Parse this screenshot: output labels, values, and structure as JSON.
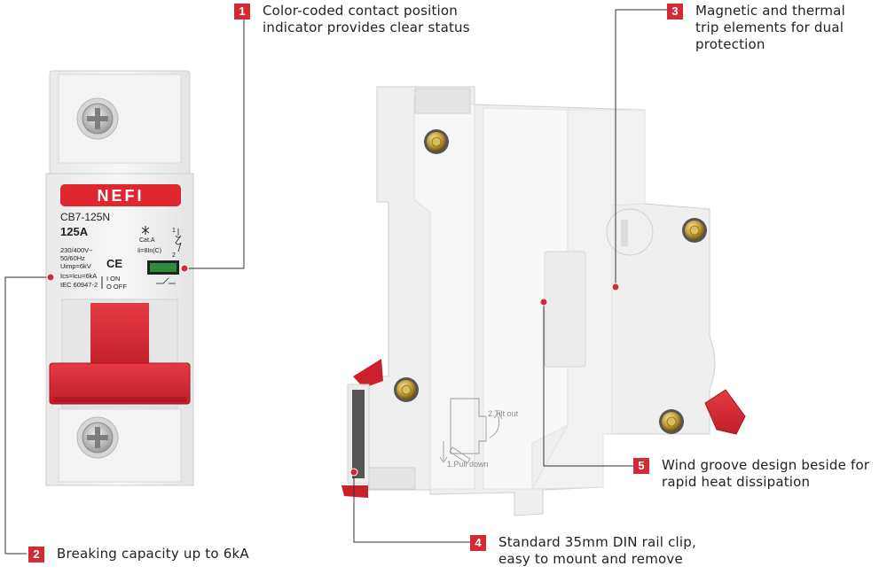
{
  "breaker": {
    "brand": "NEFI",
    "model": "CB7-125N",
    "rating": "125A",
    "spec_lines": [
      "230/400V~",
      "50/60Hz",
      "Uimp=6kV",
      "Ics=Icu=6kA",
      "IEC 60947-2"
    ],
    "ce_mark": "CE",
    "cat_label": "Cat.A",
    "trip_label": "Ii=8In(C)",
    "terminal_top": "1",
    "terminal_bottom": "2",
    "on_label": "I ON",
    "off_label": "O OFF",
    "indicator_color": "#2f8a3c"
  },
  "din_clip": {
    "step_tilt": "2.Tilt out",
    "step_pull": "1.Pull down"
  },
  "callouts": [
    {
      "num": "1",
      "lines": [
        "Color-coded contact position",
        "indicator provides clear status"
      ]
    },
    {
      "num": "2",
      "lines": [
        "Breaking capacity up to 6kA"
      ]
    },
    {
      "num": "3",
      "lines": [
        "Magnetic and thermal",
        "trip elements for dual",
        "protection"
      ]
    },
    {
      "num": "4",
      "lines": [
        "Standard 35mm DIN rail clip,",
        "easy to mount and remove"
      ]
    },
    {
      "num": "5",
      "lines": [
        "Wind groove design beside for",
        "rapid heat dissipation"
      ]
    }
  ],
  "colors": {
    "accent": "#d22b36",
    "line": "#333333",
    "handle": "#e02a36",
    "body": "#f1f1f1"
  }
}
